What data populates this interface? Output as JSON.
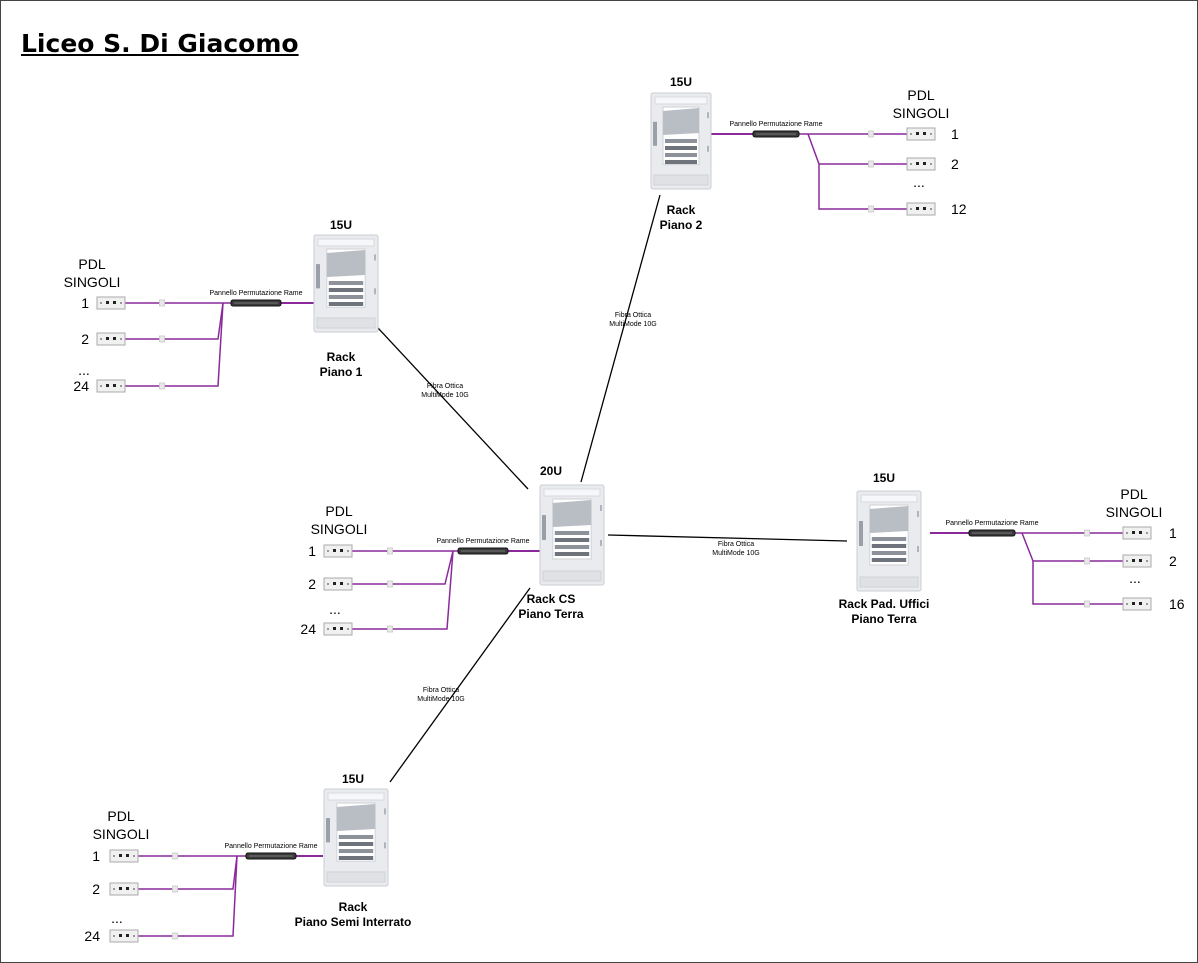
{
  "title": "Liceo S. Di Giacomo",
  "labels": {
    "patch_panel": "Pannello Permutazione Rame",
    "fiber_line1": "Fibra Ottica",
    "fiber_line2": "MultiMode 10G",
    "pdl_line1": "PDL",
    "pdl_line2": "SINGOLI",
    "ellipsis": "..."
  },
  "racks": {
    "cs": {
      "units": "20U",
      "name_line1": "Rack CS",
      "name_line2": "Piano Terra"
    },
    "piano1": {
      "units": "15U",
      "name_line1": "Rack",
      "name_line2": "Piano 1"
    },
    "piano2": {
      "units": "15U",
      "name_line1": "Rack",
      "name_line2": "Piano 2"
    },
    "uffici": {
      "units": "15U",
      "name_line1": "Rack Pad. Uffici",
      "name_line2": "Piano Terra"
    },
    "semi": {
      "units": "15U",
      "name_line1": "Rack",
      "name_line2": "Piano Semi Interrato"
    }
  },
  "pdl_groups": {
    "piano1": [
      "1",
      "2",
      "24"
    ],
    "piano2": [
      "1",
      "2",
      "12"
    ],
    "cs": [
      "1",
      "2",
      "24"
    ],
    "uffici": [
      "1",
      "2",
      "16"
    ],
    "semi": [
      "1",
      "2",
      "24"
    ]
  },
  "colors": {
    "copper": "#8a2a9a",
    "fiber": "#000000",
    "rack": "#e9ebee"
  }
}
